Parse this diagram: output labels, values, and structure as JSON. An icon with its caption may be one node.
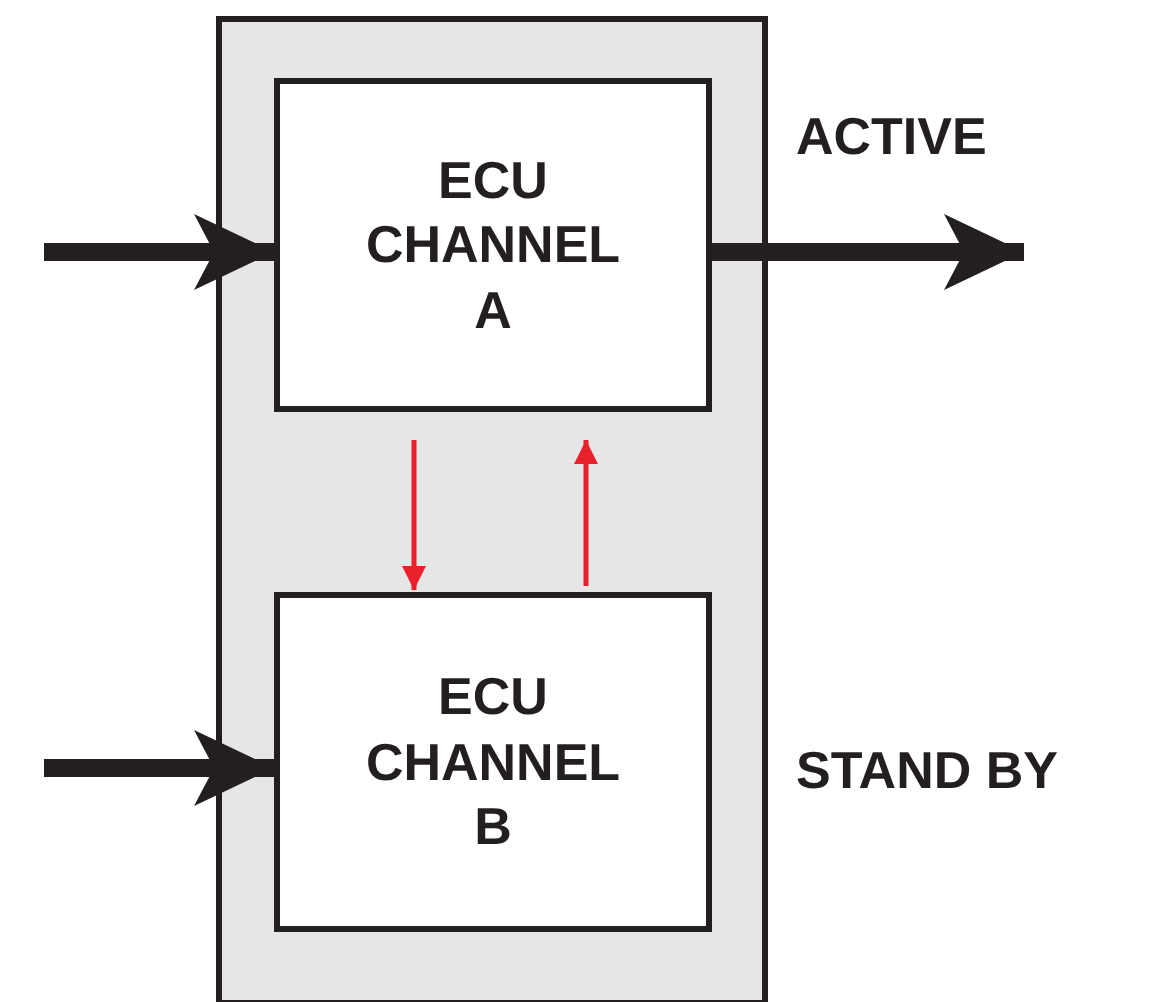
{
  "diagram": {
    "nodes": [
      {
        "text": [],
        "shape": "box"
      },
      {
        "text": [
          "ECU CHANNEL A"
        ],
        "in": 0
      },
      {
        "text": [
          "ECU CHANNEL B"
        ],
        "in": 0
      }
    ],
    "edges": [
      {
        "from": null,
        "to": 1,
        "arrow": "to"
      },
      {
        "from": 1,
        "to": null,
        "arrow": "to"
      },
      {
        "from": null,
        "to": 2,
        "arrow": "to"
      },
      {
        "from": 1,
        "to": 2,
        "arrow": "to",
        "color": "#e8202a"
      },
      {
        "from": 2,
        "to": 1,
        "arrow": "to",
        "color": "#e8202a"
      }
    ],
    "labels": [
      "ACTIVE",
      "STAND BY"
    ]
  }
}
